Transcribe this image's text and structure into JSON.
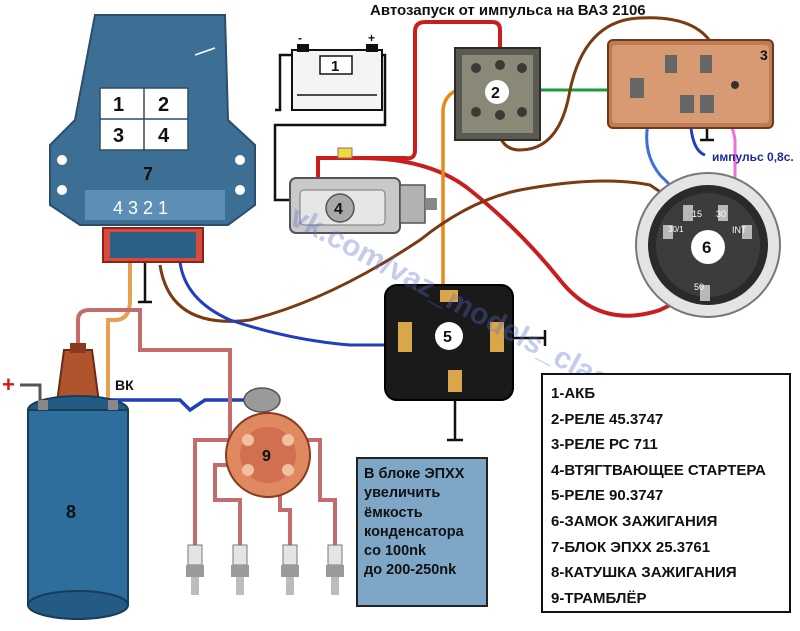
{
  "title": "Автозапуск от импульса  на ВАЗ 2106",
  "watermark": "vk.com/vaz_models_classics",
  "pulse_label": "импульс 0,8с.",
  "component_numbers": {
    "battery": "1",
    "relay_45": "2",
    "relay_rs711": "3",
    "starter": "4",
    "relay_90": "5",
    "ignition_lock": "6",
    "epkhh_block": "7",
    "coil": "8",
    "distributor": "9"
  },
  "block7_pins": [
    "1",
    "2",
    "3",
    "4"
  ],
  "block7_terminals": "4 3 2 1",
  "battery_minus": "-",
  "battery_plus": "+",
  "coil_plus": "+",
  "coil_vk": "ВК",
  "ignition_lock_terminals": [
    "15",
    "30",
    "30/1",
    "INT",
    "50"
  ],
  "note": [
    "В блоке ЭПХХ",
    "увеличить",
    "ёмкость",
    "конденсатора",
    "со 100nk",
    "до 200-250nk"
  ],
  "legend": [
    "1-АКБ",
    "2-РЕЛЕ 45.3747",
    "3-РЕЛЕ РС 711",
    "4-ВТЯГТВАЮЩЕЕ СТАРТЕРА",
    "5-РЕЛЕ 90.3747",
    "6-ЗАМОК ЗАЖИГАНИЯ",
    "7-БЛОК ЭПХХ 25.3761",
    "8-КАТУШКА ЗАЖИГАНИЯ",
    "9-ТРАМБЛЁР"
  ],
  "colors": {
    "red_wire": "#c81e1e",
    "brown_wire": "#7a3a12",
    "blue_wire": "#1f3fbf",
    "orange_wire": "#e8891c",
    "green_wire": "#1e9a3a",
    "pink_wire": "#ef6fd6",
    "yellow_wire": "#f0e020",
    "hv_wire": "#c46b6b",
    "block7_color": "#3d6f95",
    "coil_color": "#2d6e9c",
    "note_bg": "#7ea7c7"
  }
}
